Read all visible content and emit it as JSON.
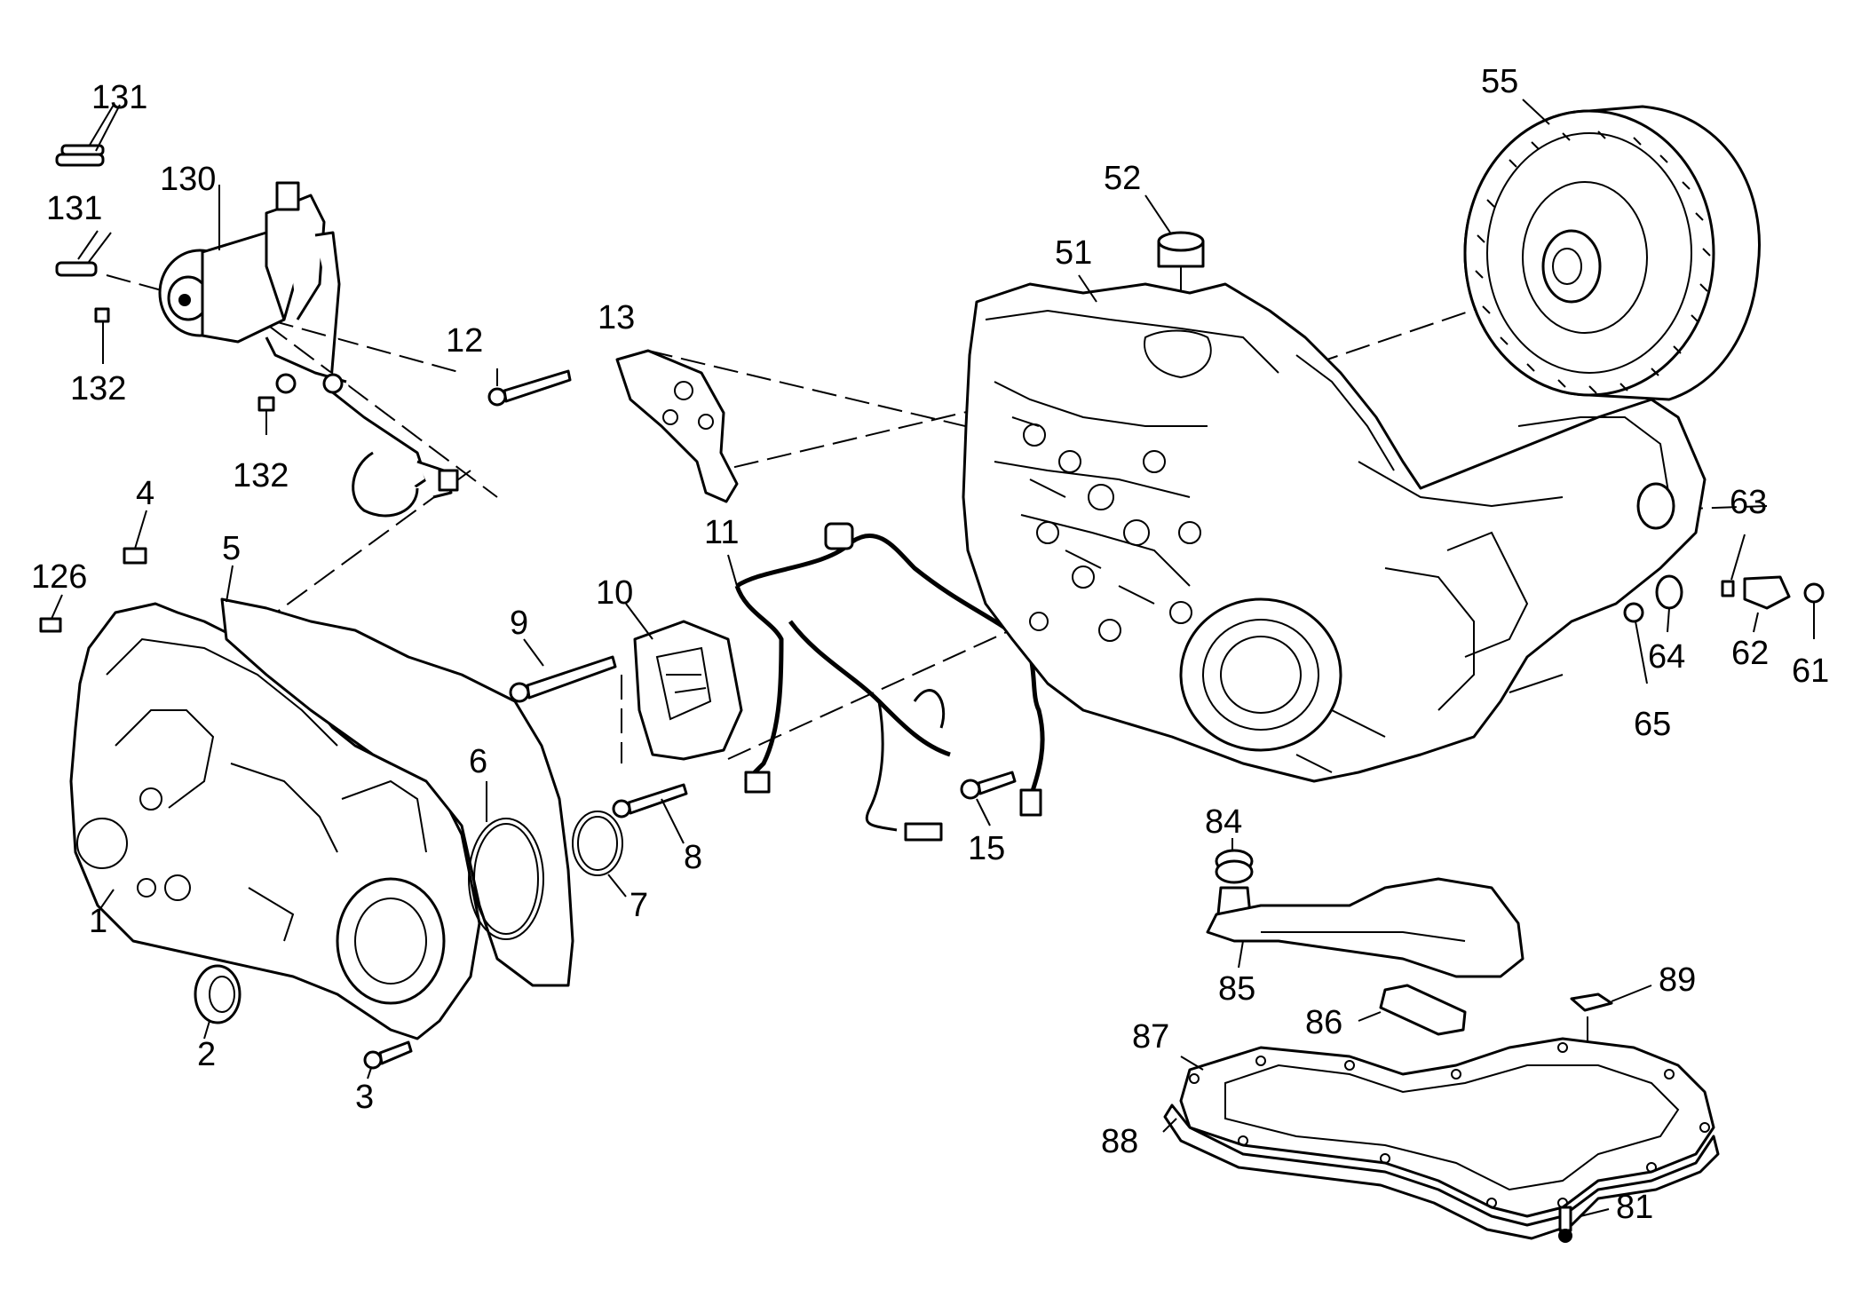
{
  "diagram": {
    "callouts": [
      "131",
      "131",
      "130",
      "132",
      "132",
      "12",
      "13",
      "52",
      "51",
      "55",
      "4",
      "5",
      "126",
      "9",
      "10",
      "11",
      "6",
      "8",
      "7",
      "1",
      "2",
      "3",
      "15",
      "63",
      "64",
      "62",
      "61",
      "65",
      "84",
      "85",
      "86",
      "89",
      "87",
      "88",
      "81"
    ]
  }
}
